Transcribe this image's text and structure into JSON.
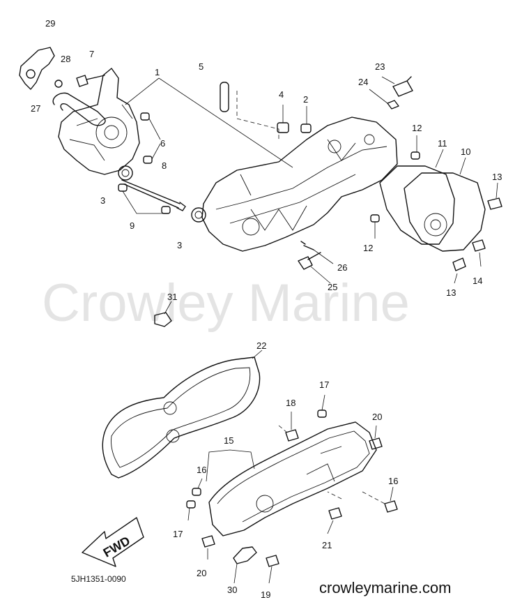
{
  "watermark": "Crowley Marine",
  "site": "crowleymarine.com",
  "diagram_code": "5JH1351-0090",
  "fwd_label": "FWD",
  "callouts": {
    "c1": "1",
    "c2": "2",
    "c3a": "3",
    "c3b": "3",
    "c4": "4",
    "c5": "5",
    "c6": "6",
    "c7": "7",
    "c8": "8",
    "c9": "9",
    "c10": "10",
    "c11": "11",
    "c12a": "12",
    "c12b": "12",
    "c13a": "13",
    "c13b": "13",
    "c14": "14",
    "c15": "15",
    "c16a": "16",
    "c16b": "16",
    "c17a": "17",
    "c17b": "17",
    "c18": "18",
    "c19": "19",
    "c20a": "20",
    "c20b": "20",
    "c21": "21",
    "c22": "22",
    "c23": "23",
    "c24": "24",
    "c25": "25",
    "c26": "26",
    "c27": "27",
    "c28": "28",
    "c29": "29",
    "c30": "30",
    "c31": "31"
  }
}
